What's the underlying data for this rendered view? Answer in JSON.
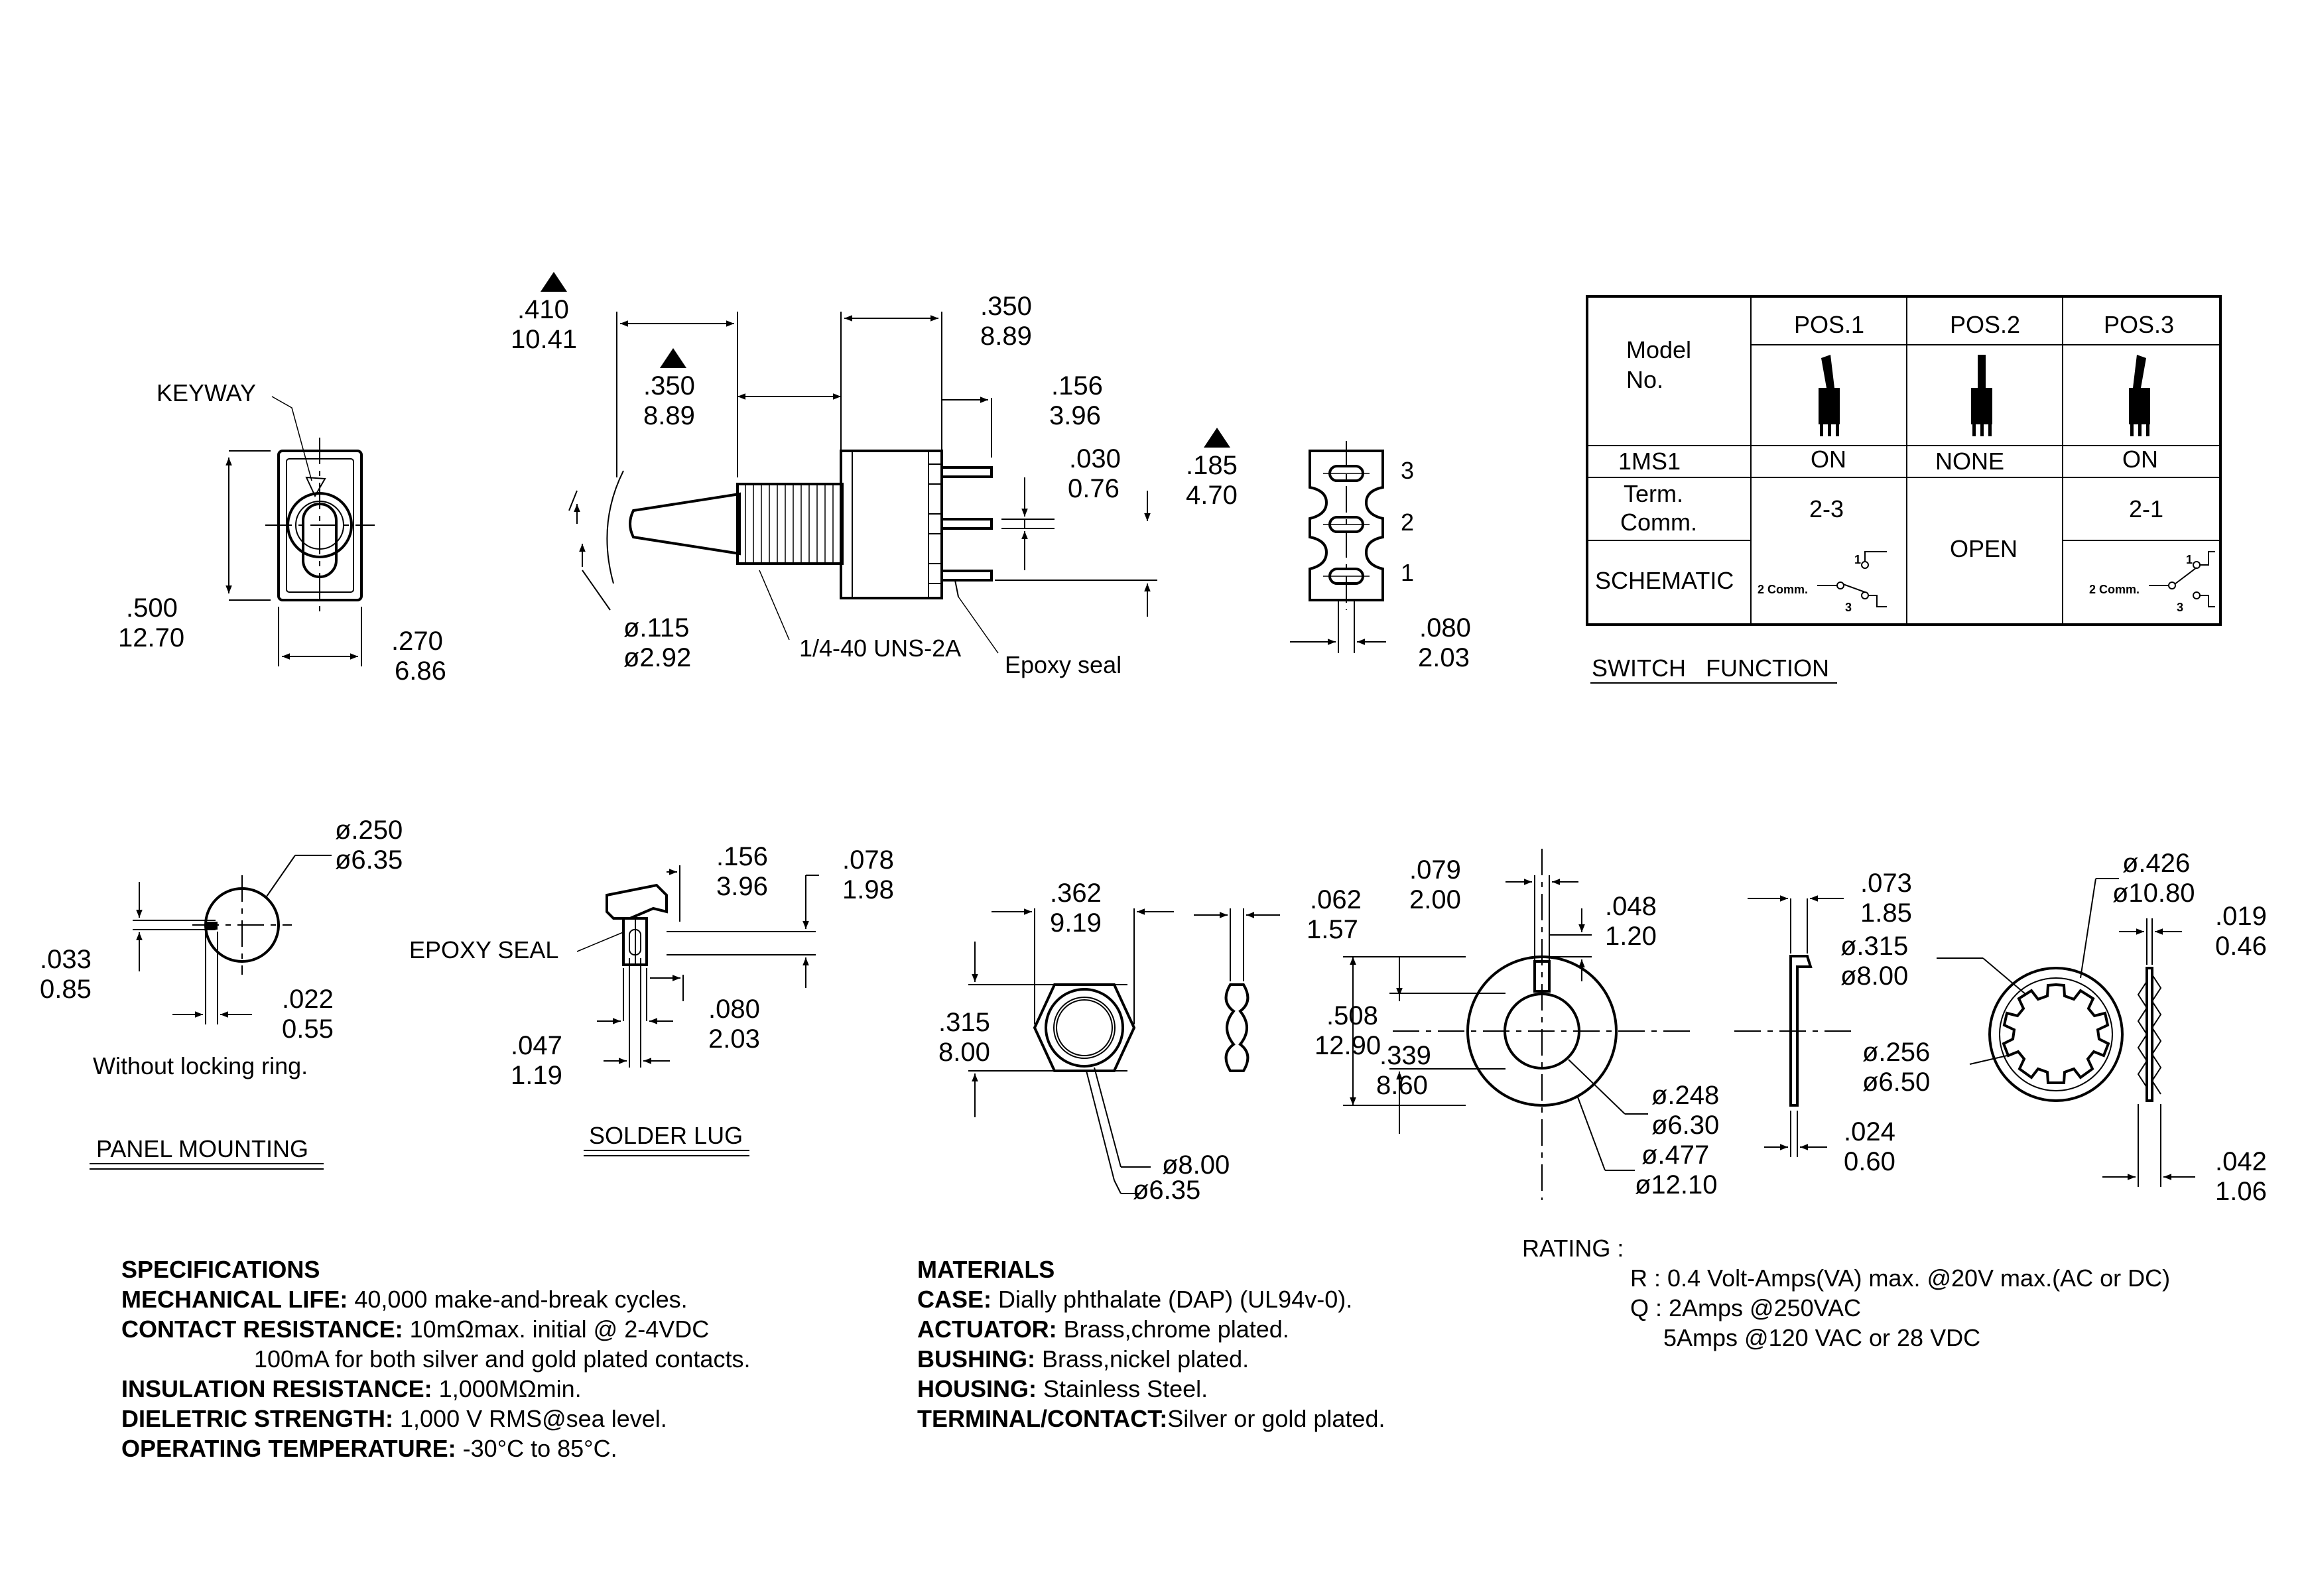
{
  "front_view": {
    "keyway_label": "KEYWAY",
    "height_in": ".500",
    "height_mm": "12.70",
    "width_in": ".270",
    "width_mm": "6.86"
  },
  "side_view": {
    "actuator_len_in": ".410",
    "actuator_len_mm": "10.41",
    "bushing_len_in": ".350",
    "bushing_len_mm": "8.89",
    "body_len_in": ".350",
    "body_len_mm": "8.89",
    "terminal_len_in": ".156",
    "terminal_len_mm": "3.96",
    "terminal_thk_in": ".030",
    "terminal_thk_mm": "0.76",
    "pitch_in": ".185",
    "pitch_mm": "4.70",
    "actuator_dia_in": "ø.115",
    "actuator_dia_mm": "ø2.92",
    "thread_label": "1/4-40 UNS-2A",
    "epoxy_label": "Epoxy seal"
  },
  "bottom_view": {
    "pin_labels": [
      "3",
      "2",
      "1"
    ],
    "pin_width_in": ".080",
    "pin_width_mm": "2.03"
  },
  "switch_table": {
    "header": [
      "Model No.",
      "POS.1",
      "POS.2",
      "POS.3"
    ],
    "model": "1MS1",
    "pos_states": [
      "ON",
      "NONE",
      "ON"
    ],
    "term_label": "Term. Comm.",
    "term_values": [
      "2-3",
      "OPEN",
      "2-1"
    ],
    "schematic_label": "SCHEMATIC",
    "comm_label": "2 Comm.",
    "pin1": "1",
    "pin3": "3",
    "caption": "SWITCH   FUNCTION"
  },
  "panel_mounting": {
    "hole_dia_in": "ø.250",
    "hole_dia_mm": "ø6.35",
    "key_depth_in": ".033",
    "key_depth_mm": "0.85",
    "key_width_in": ".022",
    "key_width_mm": "0.55",
    "note": "Without locking ring.",
    "caption": "PANEL MOUNTING"
  },
  "solder_lug": {
    "epoxy_label": "EPOXY SEAL",
    "len_in": ".156",
    "len_mm": "3.96",
    "height_in": ".078",
    "height_mm": "1.98",
    "width_in": ".080",
    "width_mm": "2.03",
    "hole_in": ".047",
    "hole_mm": "1.19",
    "caption": "SOLDER LUG"
  },
  "hex_nut": {
    "across_in": ".362",
    "across_mm": "9.19",
    "flat_in": ".315",
    "flat_mm": "8.00",
    "thk_in": ".062",
    "thk_mm": "1.57",
    "outer_dia": "ø8.00",
    "inner_dia": "ø6.35"
  },
  "locking_ring": {
    "key_w_in": ".079",
    "key_w_mm": "2.00",
    "key_h_in": ".048",
    "key_h_mm": "1.20",
    "outer_in": ".508",
    "outer_mm": "12.90",
    "inner_in": ".339",
    "inner_mm": "8.60",
    "bore_in": "ø.248",
    "bore_mm": "ø6.30",
    "od_in": "ø.477",
    "od_mm": "ø12.10",
    "tab_in": ".073",
    "tab_mm": "1.85",
    "thk_in": ".024",
    "thk_mm": "0.60"
  },
  "lock_washer": {
    "od_in": "ø.426",
    "od_mm": "ø10.80",
    "mid_in": "ø.315",
    "mid_mm": "ø8.00",
    "id_in": "ø.256",
    "id_mm": "ø6.50",
    "thk_in": ".019",
    "thk_mm": "0.46",
    "tooth_in": ".042",
    "tooth_mm": "1.06"
  },
  "specifications": {
    "title": "SPECIFICATIONS",
    "mech_label": "MECHANICAL LIFE:",
    "mech_value": " 40,000 make-and-break cycles.",
    "contact_label": "CONTACT RESISTANCE:",
    "contact_value": " 10mΩmax. initial @ 2-4VDC",
    "contact_value2": "100mA for both silver and gold plated contacts.",
    "ins_label": "INSULATION RESISTANCE:",
    "ins_value": " 1,000MΩmin.",
    "diel_label": "DIELETRIC STRENGTH:",
    "diel_value": " 1,000 V RMS@sea level.",
    "temp_label": "OPERATING TEMPERATURE:",
    "temp_value": " -30°C to 85°C."
  },
  "materials": {
    "title": "MATERIALS",
    "case_label": "CASE:",
    "case_value": " Dially phthalate (DAP) (UL94v-0).",
    "act_label": "ACTUATOR:",
    "act_value": " Brass,chrome plated.",
    "bush_label": "BUSHING:",
    "bush_value": " Brass,nickel plated.",
    "house_label": "HOUSING:",
    "house_value": " Stainless Steel.",
    "term_label": "TERMINAL/CONTACT:",
    "term_value": "Silver or gold plated."
  },
  "rating": {
    "title": "RATING :",
    "r": "R : 0.4 Volt-Amps(VA) max. @20V max.(AC or DC)",
    "q1": "Q : 2Amps @250VAC",
    "q2": "5Amps @120 VAC or 28 VDC"
  }
}
